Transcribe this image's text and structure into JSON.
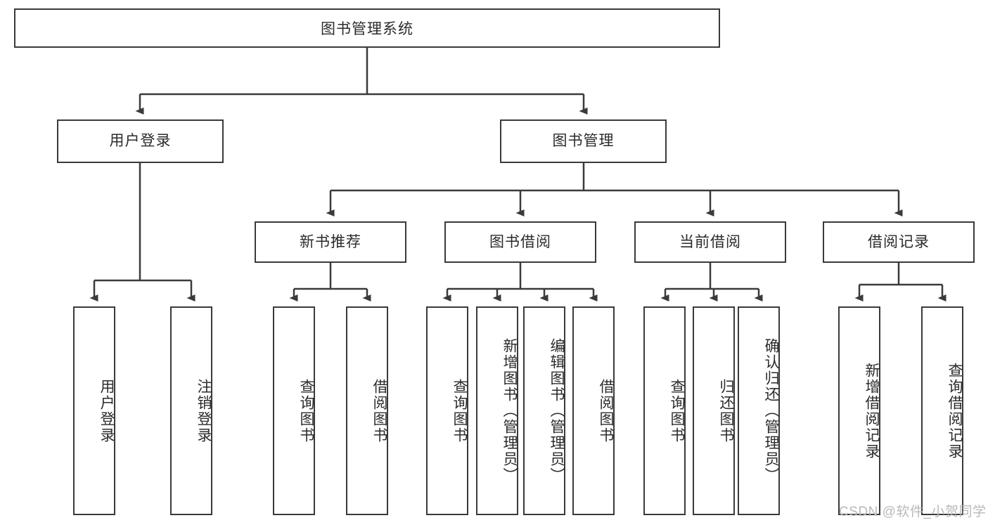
{
  "diagram": {
    "title": "图书管理系统",
    "type": "tree-hierarchy",
    "watermark": "CSDN @软件_小贺同学",
    "colors": {
      "box_border": "#3a3a3a",
      "box_fill": "#ffffff",
      "edge": "#3a3a3a",
      "text": "#2b2b2b",
      "watermark": "#b9b9b9",
      "background": "#ffffff"
    }
  },
  "nodes": {
    "root": {
      "label": "图书管理系统",
      "orientation": "horizontal"
    },
    "level2": [
      {
        "id": "user-login",
        "label": "用户登录",
        "orientation": "horizontal"
      },
      {
        "id": "book-manage",
        "label": "图书管理",
        "orientation": "horizontal"
      }
    ],
    "level3": [
      {
        "id": "new-book-recommend",
        "label": "新书推荐",
        "orientation": "horizontal"
      },
      {
        "id": "book-borrow",
        "label": "图书借阅",
        "orientation": "horizontal"
      },
      {
        "id": "current-borrow",
        "label": "当前借阅",
        "orientation": "horizontal"
      },
      {
        "id": "borrow-record",
        "label": "借阅记录",
        "orientation": "horizontal"
      }
    ],
    "leaves": [
      {
        "id": "leaf-user-login",
        "label": "用户登录",
        "parent": "user-login",
        "orientation": "vertical"
      },
      {
        "id": "leaf-logout-login",
        "label": "注销登录",
        "parent": "user-login",
        "orientation": "vertical"
      },
      {
        "id": "leaf-query-book-1",
        "label": "查询图书",
        "parent": "new-book-recommend",
        "orientation": "vertical"
      },
      {
        "id": "leaf-borrow-book-1",
        "label": "借阅图书",
        "parent": "new-book-recommend",
        "orientation": "vertical"
      },
      {
        "id": "leaf-query-book-2",
        "label": "查询图书",
        "parent": "book-borrow",
        "orientation": "vertical"
      },
      {
        "id": "leaf-add-book",
        "label": "新增图书（管理员）",
        "parent": "book-borrow",
        "orientation": "vertical"
      },
      {
        "id": "leaf-edit-book",
        "label": "编辑图书（管理员）",
        "parent": "book-borrow",
        "orientation": "vertical"
      },
      {
        "id": "leaf-borrow-book-2",
        "label": "借阅图书",
        "parent": "book-borrow",
        "orientation": "vertical"
      },
      {
        "id": "leaf-query-book-3",
        "label": "查询图书",
        "parent": "current-borrow",
        "orientation": "vertical"
      },
      {
        "id": "leaf-return-book",
        "label": "归还图书",
        "parent": "current-borrow",
        "orientation": "vertical"
      },
      {
        "id": "leaf-confirm-return",
        "label": "确认归还（管理员）",
        "parent": "current-borrow",
        "orientation": "vertical"
      },
      {
        "id": "leaf-add-record",
        "label": "新增借阅记录",
        "parent": "borrow-record",
        "orientation": "vertical"
      },
      {
        "id": "leaf-query-record",
        "label": "查询借阅记录",
        "parent": "borrow-record",
        "orientation": "vertical"
      }
    ]
  }
}
